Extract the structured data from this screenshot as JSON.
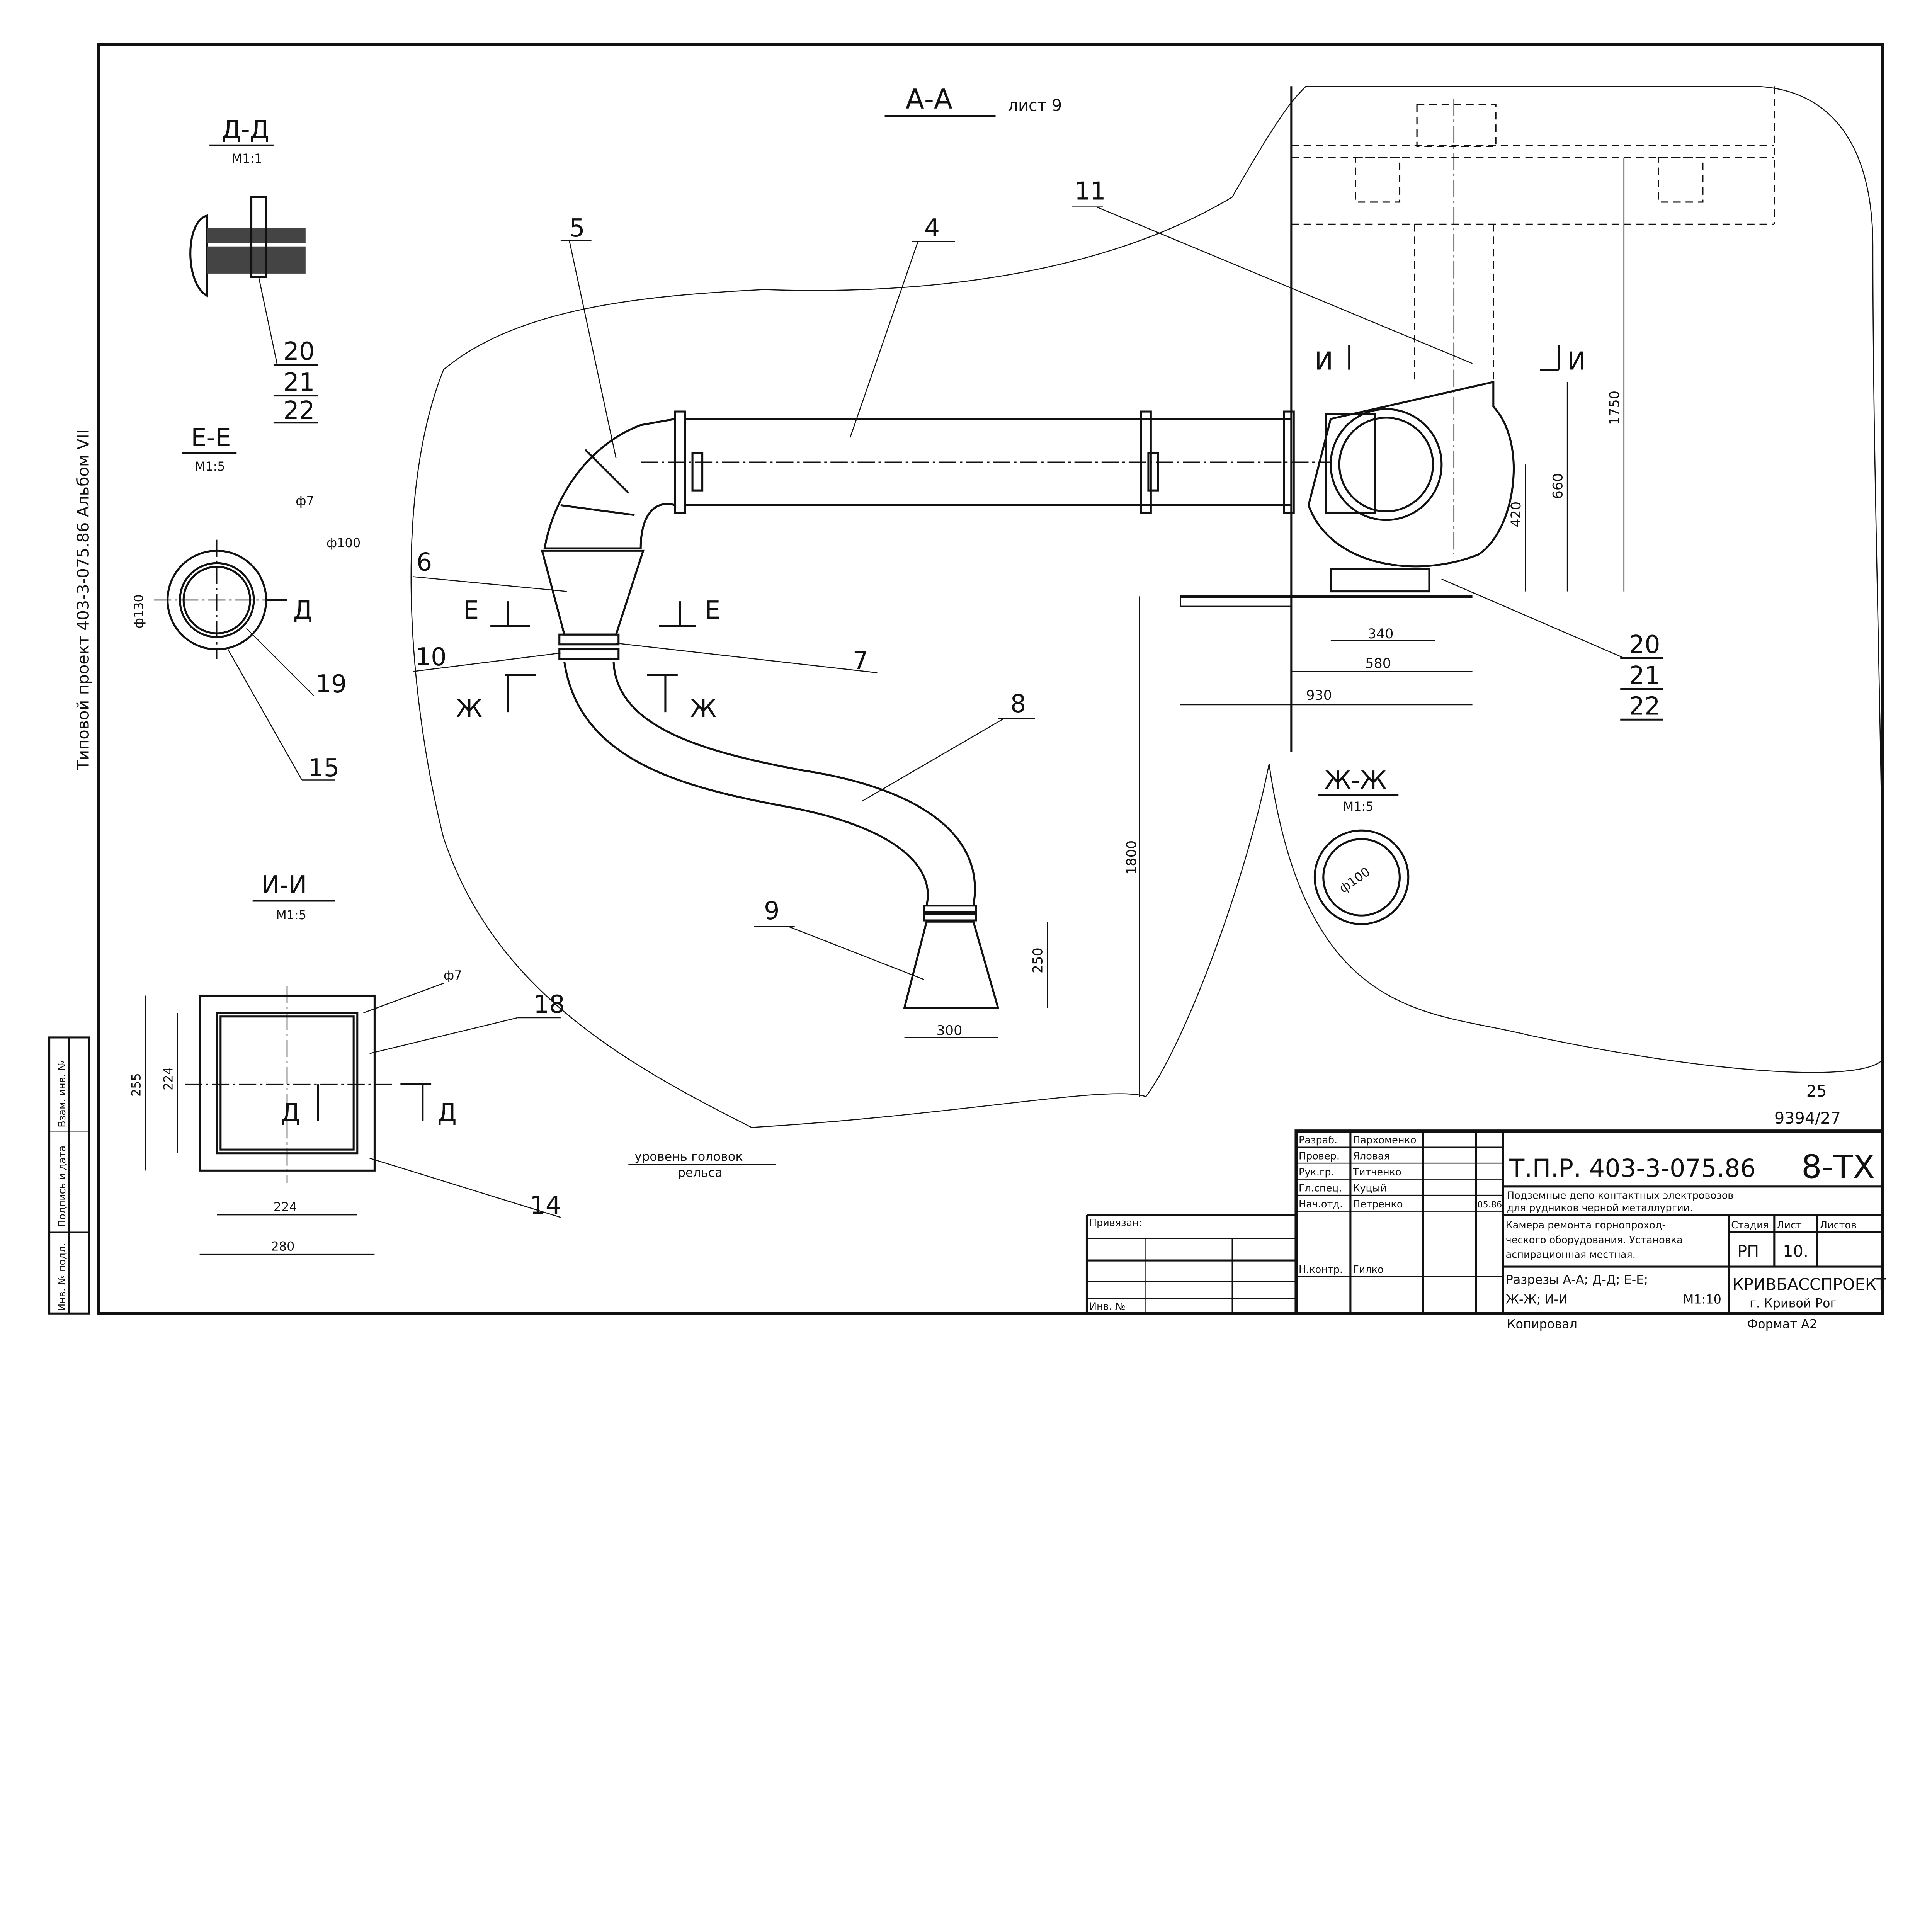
{
  "main_view": {
    "title": "А-А",
    "sheet_ref": "лист 9"
  },
  "sections": {
    "dd": {
      "title": "Д-Д",
      "scale": "М1:1"
    },
    "ee": {
      "title": "Е-Е",
      "scale": "М1:5"
    },
    "ii": {
      "title": "И-И",
      "scale": "М1:5"
    },
    "zhzh": {
      "title": "Ж-Ж",
      "scale": "М1:5"
    }
  },
  "callouts": {
    "c5": "5",
    "c4": "4",
    "c11": "11",
    "c6": "6",
    "c7": "7",
    "c10": "10",
    "c8": "8",
    "c9": "9",
    "c20a": "20",
    "c21a": "21",
    "c22a": "22",
    "c20b": "20",
    "c21b": "21",
    "c22b": "22",
    "c19": "19",
    "c15": "15",
    "c18": "18",
    "c14": "14"
  },
  "dimensions": {
    "d1750": "1750",
    "d660": "660",
    "d420": "420",
    "d340": "340",
    "d580": "580",
    "d930": "930",
    "d1800": "1800",
    "d250": "250",
    "d300": "300",
    "ee_phi7": "ф7",
    "ee_phi100": "ф100",
    "ee_phi130": "ф130",
    "zh_phi100": "ф100",
    "ii_phi7": "ф7",
    "ii_255": "255",
    "ii_224v": "224",
    "ii_224h": "224",
    "ii_280": "280"
  },
  "cut_marks": {
    "i_left": "И",
    "i_right": "И",
    "e_left": "Е",
    "e_right": "Е",
    "zh_left": "Ж",
    "zh_right": "Ж",
    "d_ee": "Д",
    "d_ii_left": "Д",
    "d_ii_right": "Д"
  },
  "rail_level": {
    "line1": "уровень головок",
    "line2": "рельса"
  },
  "sheet_marks": {
    "num": "25",
    "code": "9394/27"
  },
  "side_label": "Типовой проект 403-3-075.86 Альбом VII",
  "side_stamp": {
    "inv_orig": "Инв. № подл.",
    "sign_date": "Подпись и дата",
    "repl_inv": "Взам. инв. №"
  },
  "title_block": {
    "roles": [
      {
        "role": "Разраб.",
        "name": "Пархоменко",
        "date": ""
      },
      {
        "role": "Провер.",
        "name": "Яловая",
        "date": ""
      },
      {
        "role": "Рук.гр.",
        "name": "Титченко",
        "date": ""
      },
      {
        "role": "Гл.спец.",
        "name": "Куцый",
        "date": ""
      },
      {
        "role": "Нач.отд.",
        "name": "Петренко",
        "date": "05.86"
      },
      {
        "role": "Н.контр.",
        "name": "Гилко",
        "date": ""
      }
    ],
    "privyazan": "Привязан:",
    "inv_no": "Инв. №",
    "doc_code": "Т.П.Р. 403-3-075.86",
    "mark": "8-ТХ",
    "object": "Подземные депо контактных электровозов для рудников черной металлургии.",
    "object_l1": "Подземные депо контактных электровозов",
    "object_l2": "для рудников черной металлургии.",
    "chamber_l1": "Камера ремонта горнопроход-",
    "chamber_l2": "ческого оборудования. Установка",
    "chamber_l3": "аспирационная местная.",
    "stage_h": "Стадия",
    "sheet_h": "Лист",
    "sheets_h": "Листов",
    "stage": "РП",
    "sheet": "10.",
    "sheets": "",
    "sheet_title_l1": "Разрезы А-А; Д-Д; Е-Е;",
    "sheet_title_l2": "Ж-Ж; И-И",
    "scale": "М1:10",
    "org": "КРИВБАССПРОЕКТ",
    "city": "г. Кривой Рог",
    "copied": "Копировал",
    "format": "Формат А2"
  }
}
